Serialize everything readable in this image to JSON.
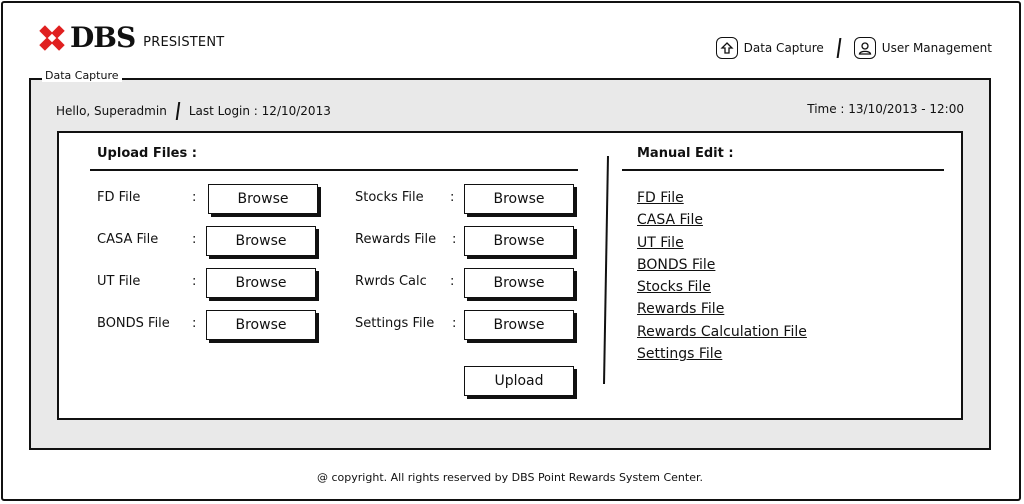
{
  "brand": {
    "name": "DBS",
    "sub": "PRESISTENT",
    "logo_color": "#e02020"
  },
  "topnav": [
    {
      "label": "Data Capture",
      "icon": "upload-icon"
    },
    {
      "label": "User Management",
      "icon": "user-icon"
    }
  ],
  "panel": {
    "legend": "Data Capture",
    "hello": "Hello, Superadmin",
    "last_login": "Last Login : 12/10/2013",
    "time": "Time : 13/10/2013 - 12:00"
  },
  "upload": {
    "title": "Upload Files :",
    "left_fields": [
      {
        "label": "FD File",
        "button": "Browse"
      },
      {
        "label": "CASA File",
        "button": "Browse"
      },
      {
        "label": "UT File",
        "button": "Browse"
      },
      {
        "label": "BONDS File",
        "button": "Browse"
      }
    ],
    "right_fields": [
      {
        "label": "Stocks File",
        "button": "Browse"
      },
      {
        "label": "Rewards File",
        "button": "Browse"
      },
      {
        "label": "Rwrds Calc",
        "button": "Browse"
      },
      {
        "label": "Settings File",
        "button": "Browse"
      }
    ],
    "colon": ":",
    "upload_button": "Upload"
  },
  "manual": {
    "title": "Manual Edit :",
    "links": [
      "FD File",
      "CASA File",
      "UT File",
      "BONDS File",
      "Stocks File",
      "Rewards File",
      "Rewards Calculation File",
      "Settings File"
    ]
  },
  "footer": "@ copyright. All rights reserved by DBS Point Rewards System Center."
}
